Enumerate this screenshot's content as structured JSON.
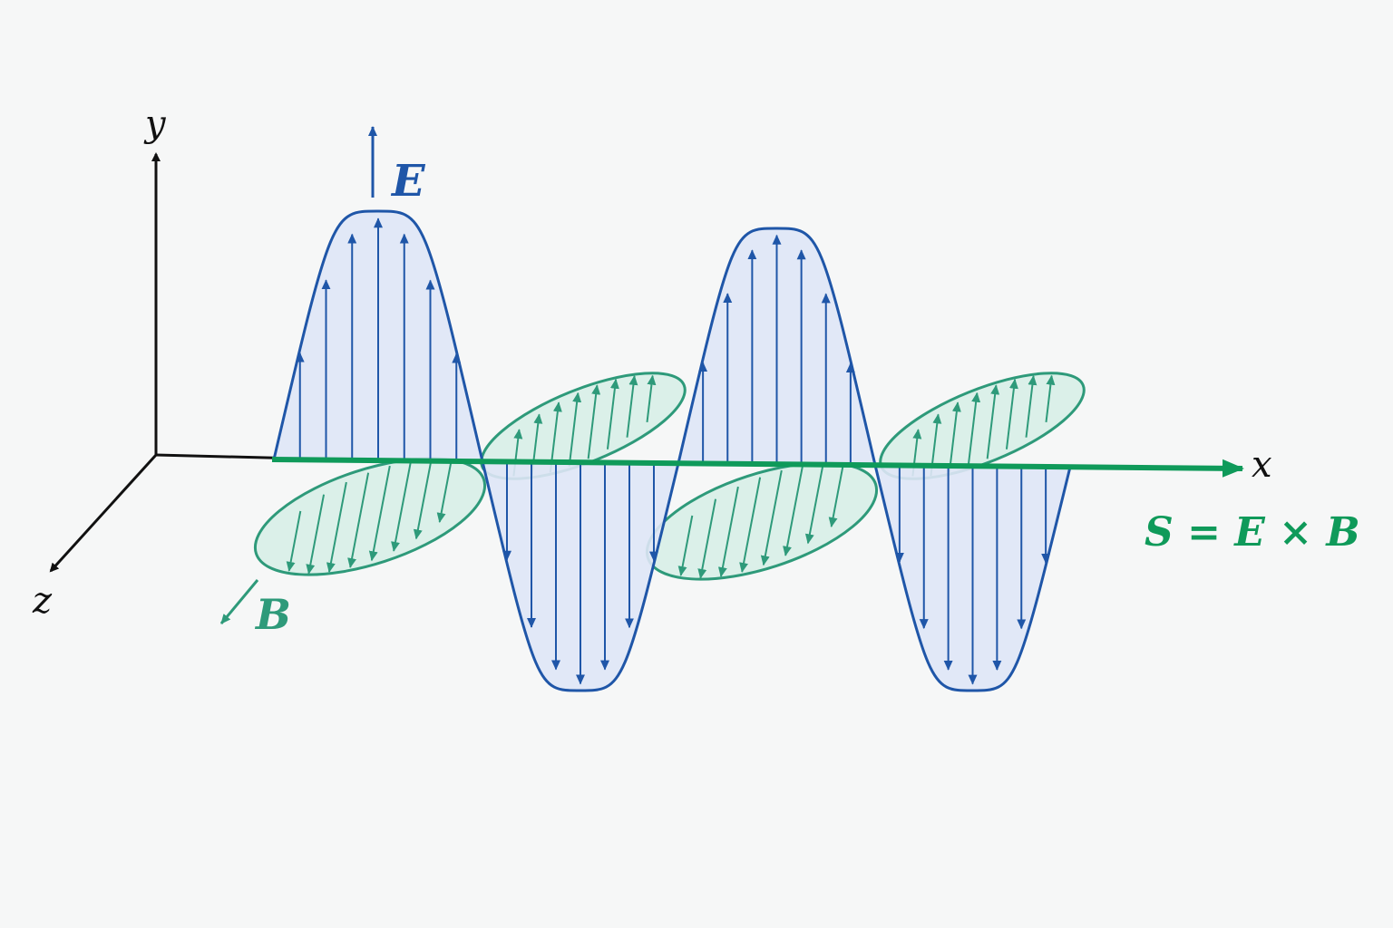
{
  "labels": {
    "y_axis": "y",
    "z_axis": "z",
    "x_axis": "x",
    "electric_field": "E",
    "magnetic_field": "B",
    "poynting": "S = E × B"
  },
  "colors": {
    "background": "#f6f7f7",
    "axes": "#111111",
    "electric": "#1f56a8",
    "electric_fill": "#dfe6f6",
    "magnetic": "#2e9a7a",
    "magnetic_fill": "#d6efe6",
    "propagation": "#0f9a5a"
  },
  "icons": {
    "e_legend": "up-arrow-icon",
    "b_legend": "down-left-arrow-icon"
  }
}
